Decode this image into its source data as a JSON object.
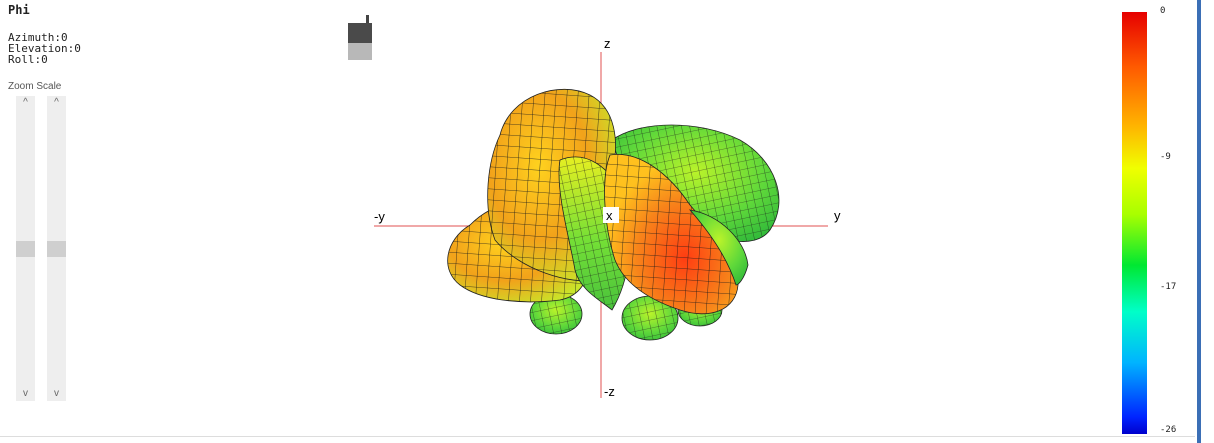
{
  "panel": {
    "title": "Phi",
    "azimuth": "Azimuth:0",
    "elevation": "Elevation:0",
    "roll": "Roll:0",
    "zoom_label": "Zoom Scale"
  },
  "sliders": {
    "zoom": {
      "up": "^",
      "down": "v",
      "level": 0.5
    },
    "scale": {
      "up": "^",
      "down": "v",
      "level": 0.5
    }
  },
  "axes": {
    "z_pos": "z",
    "z_neg": "-z",
    "y_pos": "y",
    "y_neg": "-y",
    "x": "x"
  },
  "colorbar": {
    "ticks": [
      "0",
      "-9",
      "-17",
      "-26"
    ],
    "tick_values": [
      0,
      -9,
      -17,
      -26
    ],
    "min": -26,
    "max": 0
  },
  "icons": {
    "orientation": "phone-orientation-icon"
  }
}
